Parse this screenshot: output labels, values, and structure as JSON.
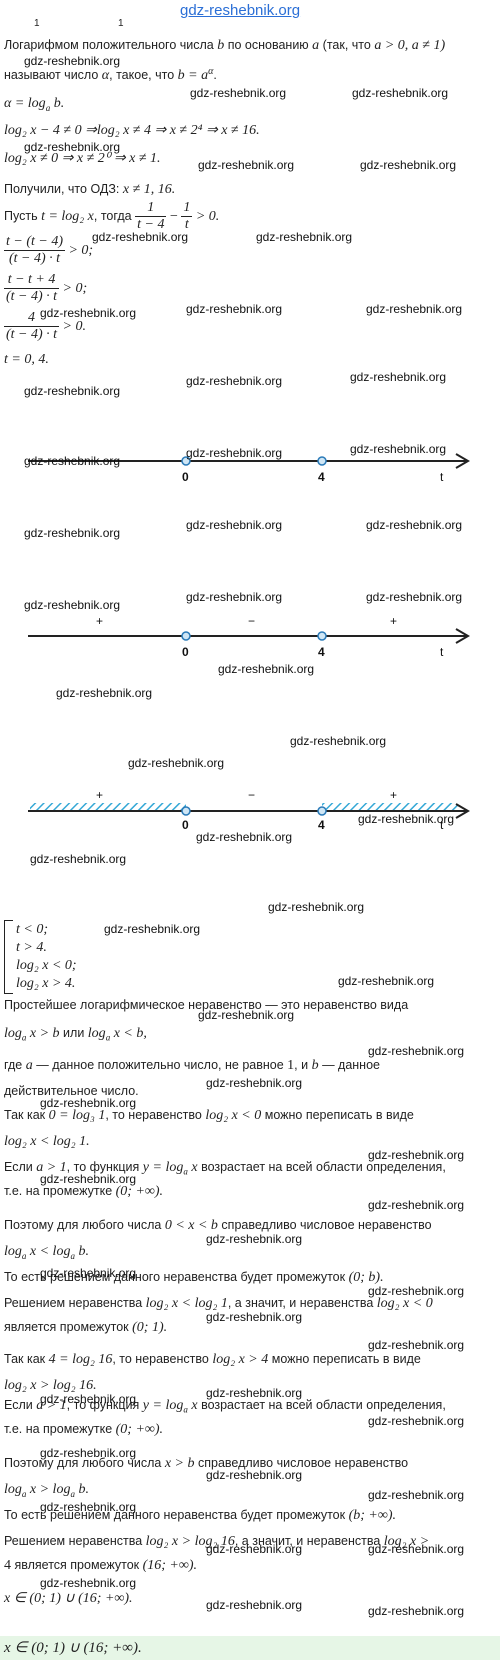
{
  "watermark": "gdz-reshebnik.org",
  "top": {
    "tick_a": "1",
    "tick_b": "1"
  },
  "definition": {
    "p1": "Логарифмом положительного числа",
    "b": "b",
    "p2": "по основанию",
    "a": "a",
    "p3": "(так, что",
    "cond": "a > 0, a ≠ 1)",
    "p4": "называют число",
    "alpha": "α",
    "p5": ", такое, что",
    "eq": "b = a",
    "eq_sup": "α",
    "eq_end": "."
  },
  "eq1": "α = log",
  "eq1_sub": "a",
  "eq1_end": " b.",
  "eq2": "log₂ x − 4 ≠ 0 ⇒log₂ x ≠ 4 ⇒ x ≠ 2⁴ ⇒ x ≠ 16.",
  "eq3": "log₂ x ≠ 0 ⇒ x ≠ 2⁰ ⇒ x ≠ 1.",
  "odz": {
    "text": "Получили, что ОДЗ:",
    "math": "x ≠ 1,  16."
  },
  "sub": {
    "text1": "Пусть",
    "math1": "t = log₂ x",
    "text2": ", тогда",
    "frac1_num": "1",
    "frac1_den": "t − 4",
    "minus": "−",
    "frac2_num": "1",
    "frac2_den": "t",
    "rel": "> 0."
  },
  "step1": {
    "num": "t − (t − 4)",
    "den": "(t − 4) · t",
    "rel": "> 0;"
  },
  "step2": {
    "num": "t − t + 4",
    "den": "(t − 4) · t",
    "rel": "> 0;"
  },
  "step3": {
    "num": "4",
    "den": "(t − 4) · t",
    "rel": "> 0."
  },
  "roots": "t = 0,  4.",
  "axis": {
    "p0": "0",
    "p4": "4",
    "var": "t",
    "plus": "+",
    "minus": "−"
  },
  "system": {
    "r1": "t < 0;",
    "r2": "t > 4.",
    "r3": "log₂ x < 0;",
    "r4": "log₂ x > 4."
  },
  "theory": {
    "l1": "Простейшее логарифмическое неравенство — это неравенство вида",
    "l2a": "log",
    "l2sub": "a",
    "l2b": " x > b",
    "l2c": "или",
    "l2d": "log",
    "l2dsub": "a",
    "l2e": " x < b,",
    "l3a": "где",
    "l3b": "a",
    "l3c": "— данное положительно число, не равное",
    "l3d": "1",
    "l3e": ", и",
    "l3f": "b",
    "l3g": "— данное",
    "l4": "действительное число.",
    "l5a": "Так как",
    "l5b": "0 = log₃ 1",
    "l5c": ", то неравенство",
    "l5d": "log₂ x < 0",
    "l5e": "можно переписать в виде",
    "l6": "log₂ x < log₂ 1.",
    "l7a": "Если",
    "l7b": "a > 1",
    "l7c": ", то функция",
    "l7d": "y = log",
    "l7dsub": "a",
    "l7e": " x",
    "l7f": "возрастает на всей области определения,",
    "l8a": "т.е. на промежутке",
    "l8b": "(0; +∞).",
    "l9a": "Поэтому для любого числа",
    "l9b": "0 < x < b",
    "l9c": "справедливо числовое неравенство",
    "l10": "log",
    "l10sub": "a",
    "l10b": " x < log",
    "l10bsub": "a",
    "l10c": " b.",
    "l11a": "То есть решением данного неравенства будет промежуток",
    "l11b": "(0; b).",
    "l12a": "Решением неравенства",
    "l12b": "log₂ x < log₂ 1",
    "l12c": ", а значит, и неравенства",
    "l12d": "log₂ x < 0",
    "l13a": "является промежуток",
    "l13b": "(0; 1).",
    "l14a": "Так как",
    "l14b": "4 = log₂ 16",
    "l14c": ", то неравенство",
    "l14d": "log₂ x > 4",
    "l14e": "можно переписать в виде",
    "l15": "log₂ x > log₂ 16.",
    "l16a": "Если",
    "l16b": "a > 1",
    "l16c": ", то функция",
    "l16d": "y = log",
    "l16dsub": "a",
    "l16e": " x",
    "l16f": "возрастает на всей области определения,",
    "l17a": "т.е. на промежутке",
    "l17b": "(0; +∞).",
    "l18a": "Поэтому для любого числа",
    "l18b": "x > b",
    "l18c": "справедливо числовое неравенство",
    "l19": "log",
    "l19sub": "a",
    "l19b": " x > log",
    "l19bsub": "a",
    "l19c": " b.",
    "l20a": "То есть решением данного неравенства будет промежуток",
    "l20b": "(b; +∞).",
    "l21a": "Решением неравенства",
    "l21b": "log₂ x > log₂ 16",
    "l21c": ", а значит, и неравенства",
    "l21d": "log₂ x >",
    "l22a": "4",
    "l22b": "является промежуток",
    "l22c": "(16; +∞).",
    "l23": "x ∈ (0; 1) ∪ (16; +∞).",
    "answer": "x ∈ (0; 1) ∪ (16; +∞)."
  },
  "colors": {
    "axis_point": "#2a7ab8",
    "hatch": "#35a8d6",
    "answer_bg": "#e6f6e6",
    "watermark_top": "#2b6fd6"
  }
}
